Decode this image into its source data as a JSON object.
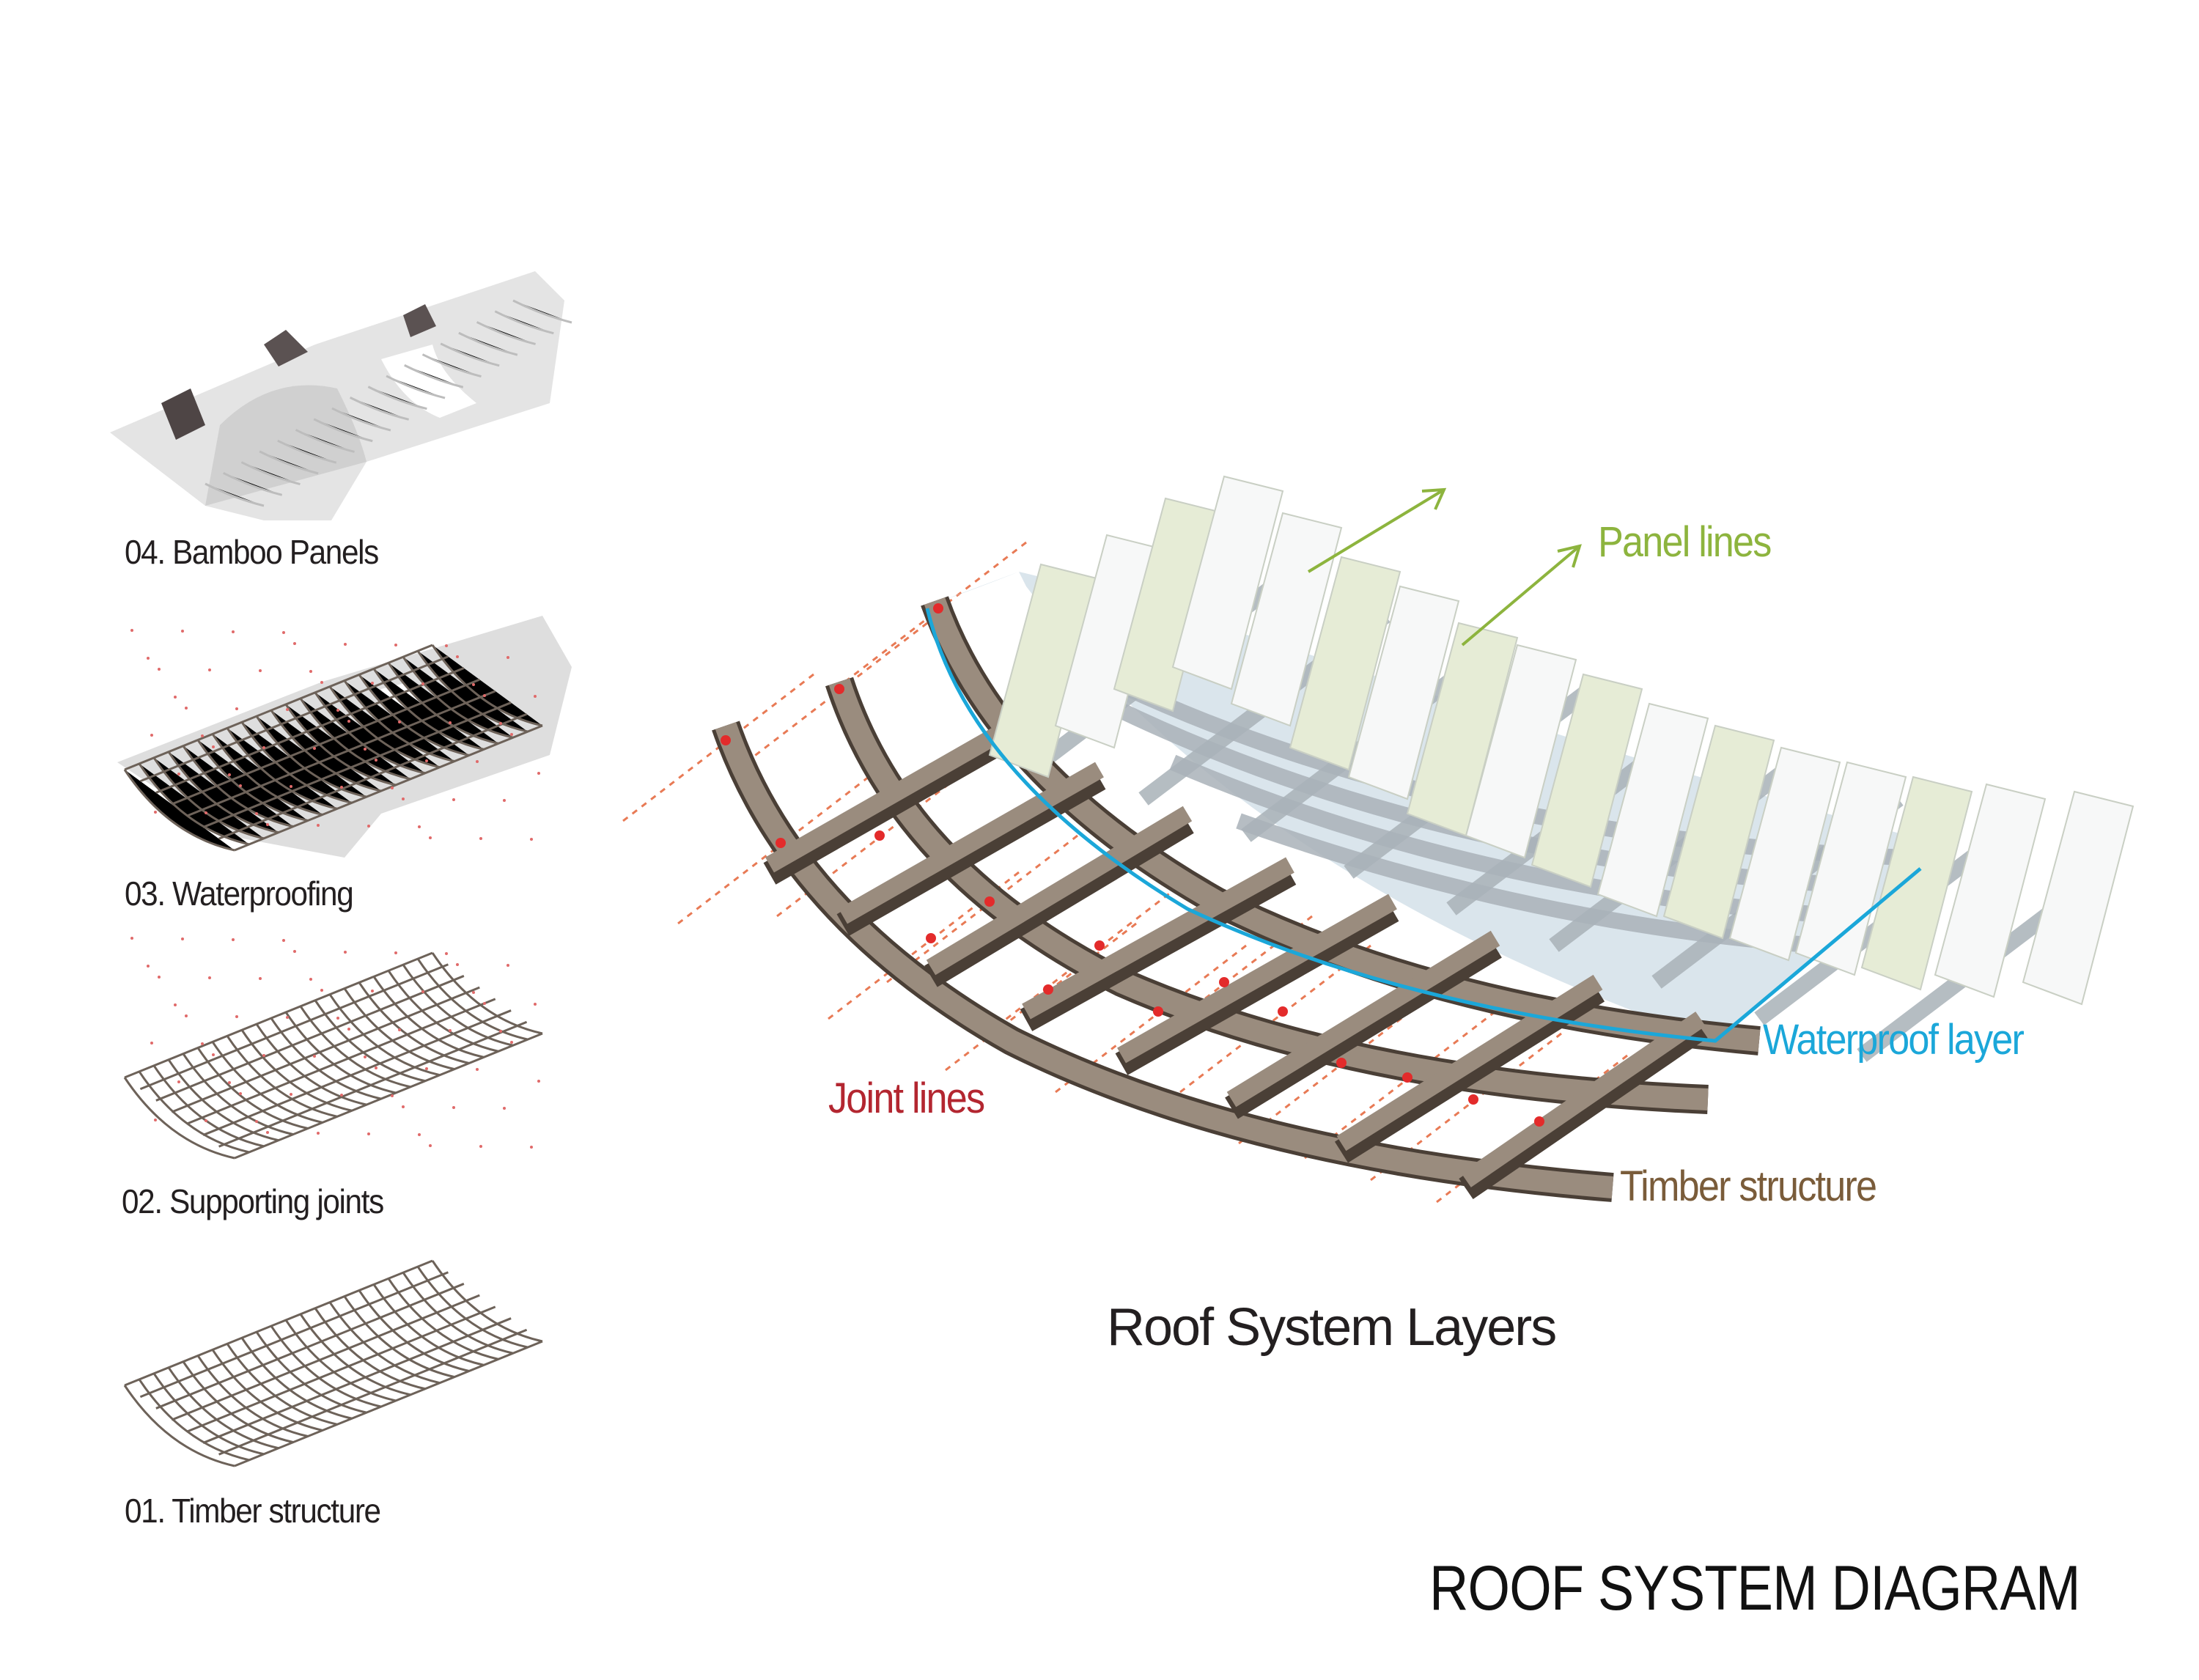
{
  "sheet_title": "ROOF SYSTEM DIAGRAM",
  "main_diagram": {
    "title": "Roof System Layers",
    "callouts": {
      "panel_lines": {
        "label": "Panel lines",
        "color": "#8db43e"
      },
      "waterproof_layer": {
        "label": "Waterproof layer",
        "color": "#1ba7d9"
      },
      "joint_lines": {
        "label": "Joint lines",
        "color": "#b32630"
      },
      "timber_structure": {
        "label": "Timber structure",
        "color": "#7a5c3a"
      }
    },
    "colors": {
      "timber_top": "#9a8c7e",
      "timber_side": "#4a3f36",
      "grid_gray": "#a9b2b8",
      "membrane_fill": "#d6e2ea",
      "panel_green": "#e6ecd6",
      "panel_white": "#f7f8f8",
      "joint_dot": "#e32b2b",
      "joint_dash": "#e87a55"
    }
  },
  "layer_steps": [
    {
      "number": "04.",
      "name": "Bamboo Panels",
      "label": "04. Bamboo Panels"
    },
    {
      "number": "03.",
      "name": "Waterproofing",
      "label": "03. Waterproofing"
    },
    {
      "number": "02.",
      "name": "Supporting joints",
      "label": "02. Supporting joints"
    },
    {
      "number": "01.",
      "name": "Timber structure",
      "label": "01. Timber structure"
    }
  ]
}
